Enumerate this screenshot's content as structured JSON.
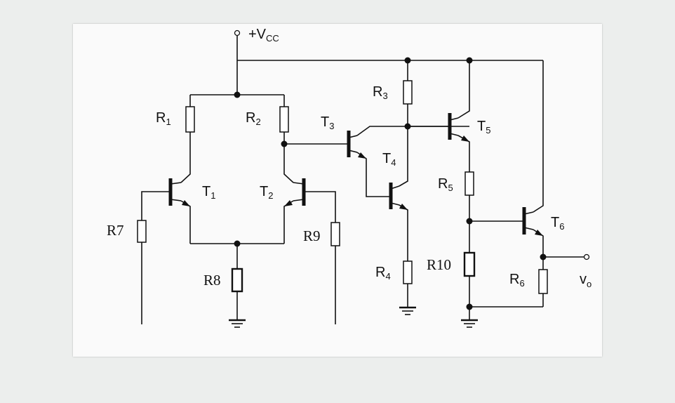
{
  "supply": {
    "label": "+V",
    "sub": "CC"
  },
  "output": {
    "label": "v",
    "sub": "o"
  },
  "resistors": {
    "r1": {
      "label": "R",
      "sub": "1"
    },
    "r2": {
      "label": "R",
      "sub": "2"
    },
    "r3": {
      "label": "R",
      "sub": "3"
    },
    "r4": {
      "label": "R",
      "sub": "4"
    },
    "r5": {
      "label": "R",
      "sub": "5"
    },
    "r6": {
      "label": "R",
      "sub": "6"
    },
    "r7": {
      "label": "R7"
    },
    "r8": {
      "label": "R8"
    },
    "r9": {
      "label": "R9"
    },
    "r10": {
      "label": "R10"
    }
  },
  "transistors": {
    "t1": {
      "label": "T",
      "sub": "1"
    },
    "t2": {
      "label": "T",
      "sub": "2"
    },
    "t3": {
      "label": "T",
      "sub": "3"
    },
    "t4": {
      "label": "T",
      "sub": "4"
    },
    "t5": {
      "label": "T",
      "sub": "5"
    },
    "t6": {
      "label": "T",
      "sub": "6"
    }
  }
}
